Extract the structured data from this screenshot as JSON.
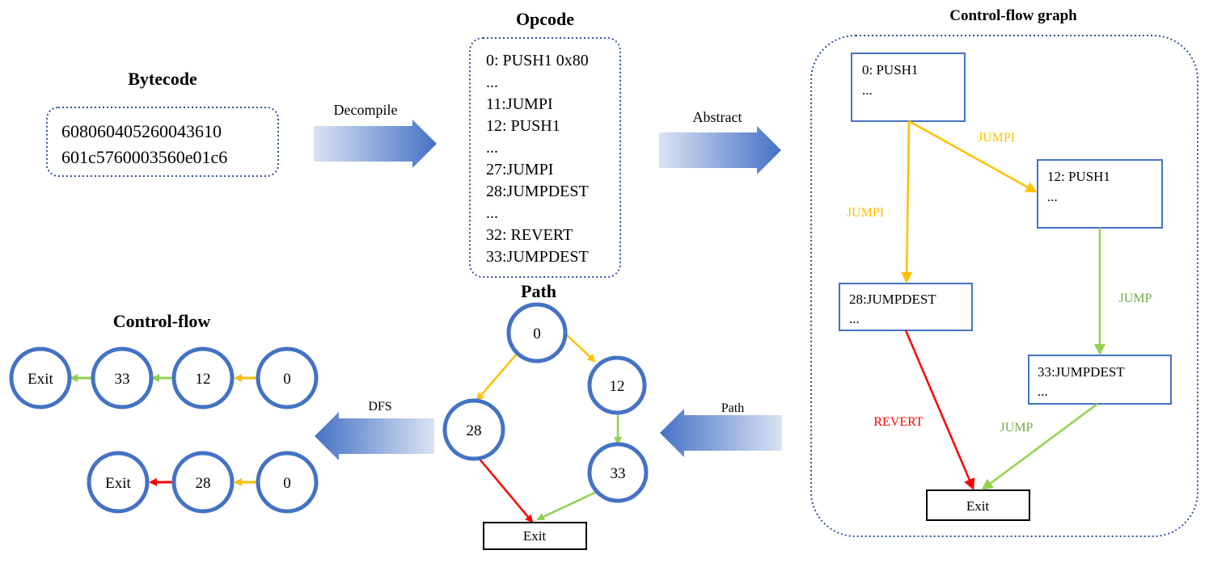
{
  "colors": {
    "node_stroke": "#4472C4",
    "dotted_border": "#2F5597",
    "jumpi": "#FFC000",
    "jump": "#92D050",
    "revert": "#FF0000",
    "jumpi_label": "#FFC000",
    "jump_label": "#70AD47",
    "arrow_dark": "#4472C4",
    "arrow_light": "#DAE3F3"
  },
  "bytecode": {
    "title": "Bytecode",
    "lines": [
      "608060405260043610",
      "601c5760003560e01c6"
    ]
  },
  "decompile": {
    "label": "Decompile"
  },
  "opcode": {
    "title": "Opcode",
    "lines": [
      "0: PUSH1 0x80",
      "...",
      "11:JUMPI",
      "12: PUSH1",
      "...",
      "27:JUMPI",
      "28:JUMPDEST",
      "...",
      "32: REVERT",
      "33:JUMPDEST"
    ]
  },
  "abstract": {
    "label": "Abstract"
  },
  "cfg": {
    "title": "Control-flow graph",
    "blocks": {
      "b0": {
        "line1": "0: PUSH1",
        "line2": "..."
      },
      "b12": {
        "line1": "12: PUSH1",
        "line2": "..."
      },
      "b28": {
        "line1": "28:JUMPDEST",
        "line2": "..."
      },
      "b33": {
        "line1": "33:JUMPDEST",
        "line2": "..."
      },
      "exit": {
        "line1": "Exit"
      }
    },
    "edges": {
      "jumpi_right": "JUMPI",
      "jumpi_down": "JUMPI",
      "jump_12_33": "JUMP",
      "revert": "REVERT",
      "jump_33_exit": "JUMP"
    }
  },
  "path_arrow": {
    "label": "Path"
  },
  "path": {
    "title": "Path",
    "nodes": {
      "n0": "0",
      "n12": "12",
      "n28": "28",
      "n33": "33"
    },
    "exit": "Exit"
  },
  "dfs": {
    "label": "DFS"
  },
  "control_flow": {
    "title": "Control-flow",
    "row1": [
      "Exit",
      "33",
      "12",
      "0"
    ],
    "row2": [
      "Exit",
      "28",
      "0"
    ]
  }
}
